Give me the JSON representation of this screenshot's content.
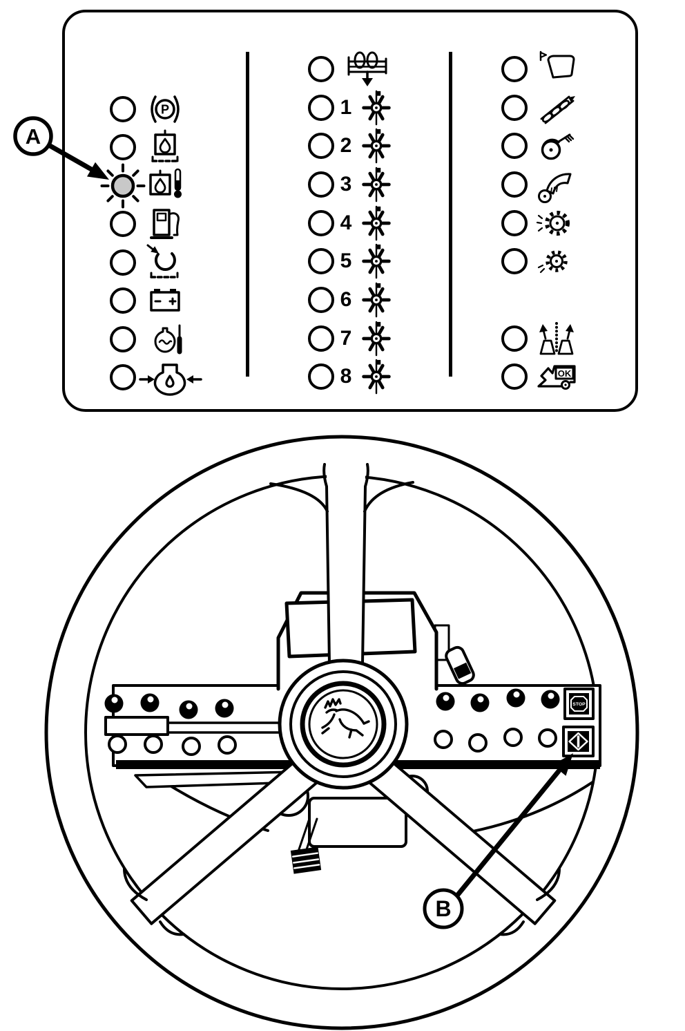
{
  "colors": {
    "line": "#000000",
    "background": "#ffffff",
    "lit_indicator_fill": "#c8c8c8"
  },
  "callouts": {
    "a_label": "A",
    "b_label": "B"
  },
  "panel": {
    "left_column": {
      "indicators": [
        {
          "id": "parking-brake",
          "label": "P",
          "lit": false
        },
        {
          "id": "hydraulic-oil-level",
          "lit": false
        },
        {
          "id": "hydraulic-oil-temperature",
          "lit": true
        },
        {
          "id": "fuel-level",
          "lit": false
        },
        {
          "id": "air-restriction",
          "lit": false
        },
        {
          "id": "battery-charge",
          "lit": false
        },
        {
          "id": "engine-coolant-temperature",
          "lit": false
        },
        {
          "id": "engine-oil-pressure",
          "lit": false
        }
      ]
    },
    "middle_column": {
      "header": {
        "id": "header-unit"
      },
      "row_units": [
        {
          "number": "1"
        },
        {
          "number": "2"
        },
        {
          "number": "3"
        },
        {
          "number": "4"
        },
        {
          "number": "5"
        },
        {
          "number": "6"
        },
        {
          "number": "7"
        },
        {
          "number": "8"
        }
      ]
    },
    "right_column": {
      "indicators": [
        {
          "id": "basket"
        },
        {
          "id": "auger"
        },
        {
          "id": "fan"
        },
        {
          "id": "conveyor"
        },
        {
          "id": "spiked-drum-upper"
        },
        {
          "id": "spiked-drum-lower"
        },
        {
          "id": "unit-height"
        },
        {
          "id": "machine-ok",
          "label": "OK"
        }
      ]
    }
  },
  "console": {
    "stop_button_label": "STOP"
  }
}
